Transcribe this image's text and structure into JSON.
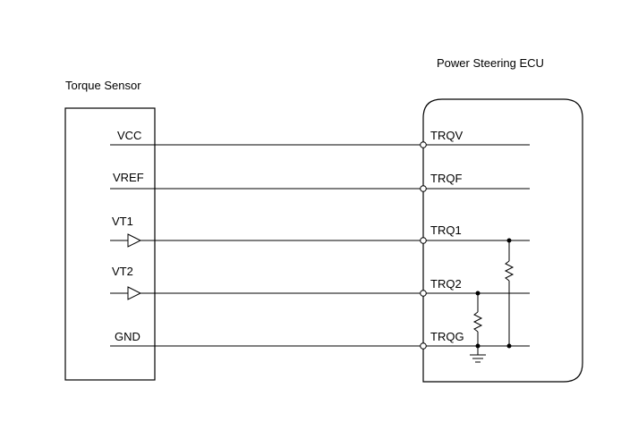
{
  "sensor": {
    "title": "Torque Sensor",
    "pins": [
      "VCC",
      "VREF",
      "VT1",
      "VT2",
      "GND"
    ]
  },
  "ecu": {
    "title": "Power Steering ECU",
    "terminals": [
      "TRQV",
      "TRQF",
      "TRQ1",
      "TRQ2",
      "TRQG"
    ]
  }
}
